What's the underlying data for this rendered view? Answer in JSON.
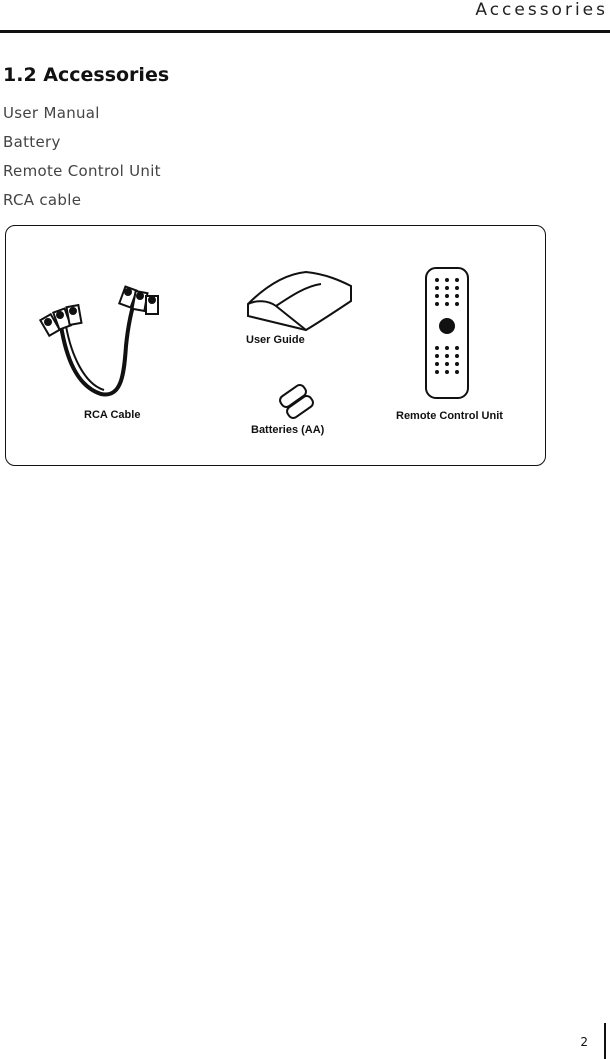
{
  "header": {
    "title": "Accessories"
  },
  "section": {
    "heading": "1.2 Accessories",
    "items": [
      "User Manual",
      "Battery",
      "Remote Control Unit",
      "RCA cable"
    ]
  },
  "figure": {
    "labels": {
      "rca_cable": "RCA Cable",
      "user_guide": "User Guide",
      "batteries": "Batteries (AA)",
      "remote": "Remote Control Unit"
    }
  },
  "footer": {
    "page_number": "2"
  }
}
